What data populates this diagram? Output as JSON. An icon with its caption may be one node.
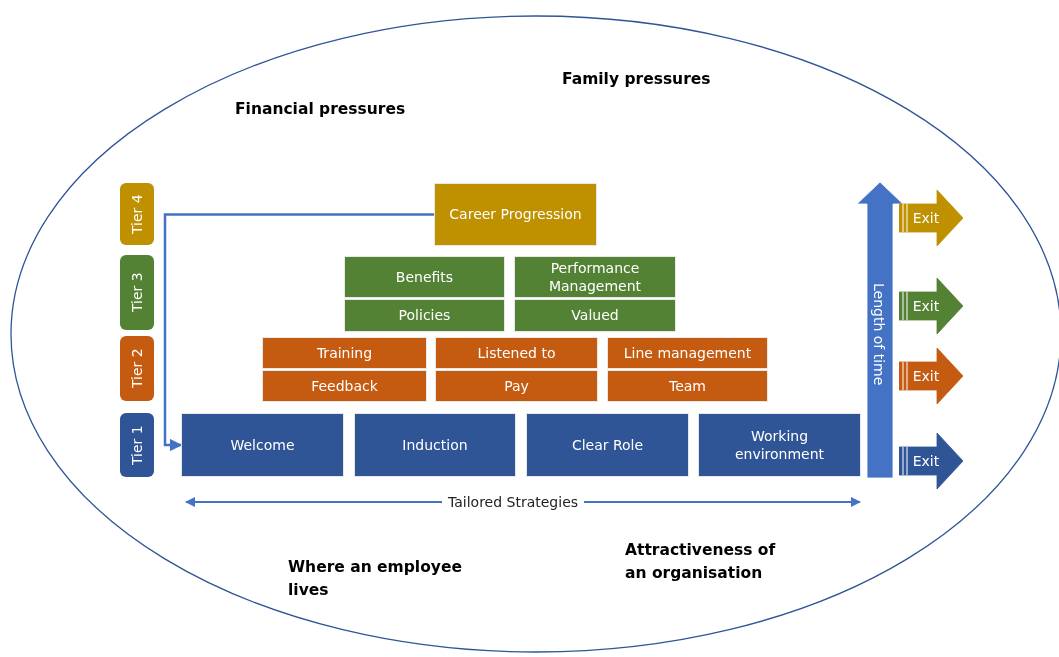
{
  "diagram": {
    "nodes": [
      {
        "text": [
          "Tier 4"
        ]
      },
      {
        "text": [
          "Career Progression"
        ]
      },
      {
        "text": [
          "Tier 3"
        ]
      },
      {
        "text": [
          "Benefits"
        ]
      },
      {
        "text": [
          "Performance Management"
        ]
      },
      {
        "text": [
          "Policies"
        ]
      },
      {
        "text": [
          "Valued"
        ]
      },
      {
        "text": [
          "Tier 2"
        ]
      },
      {
        "text": [
          "Training"
        ]
      },
      {
        "text": [
          "Listened to"
        ]
      },
      {
        "text": [
          "Line management"
        ]
      },
      {
        "text": [
          "Feedback"
        ]
      },
      {
        "text": [
          "Pay"
        ]
      },
      {
        "text": [
          "Team"
        ]
      },
      {
        "text": [
          "Tier 1"
        ]
      },
      {
        "text": [
          "Welcome"
        ]
      },
      {
        "text": [
          "Induction"
        ]
      },
      {
        "text": [
          "Clear Role"
        ]
      },
      {
        "text": [
          "Working environment"
        ]
      },
      {
        "text": [
          "Exit"
        ]
      },
      {
        "text": [
          "Exit"
        ]
      },
      {
        "text": [
          "Exit"
        ]
      },
      {
        "text": [
          "Exit"
        ]
      }
    ],
    "edges": [
      {
        "from": 1,
        "to": 15,
        "arrow": "to"
      }
    ],
    "labels": [
      "Family pressures",
      "Financial pressures",
      "Length of time",
      "Tailored Strategies",
      "Where an employee lives",
      "Attractiveness of an organisation"
    ]
  }
}
